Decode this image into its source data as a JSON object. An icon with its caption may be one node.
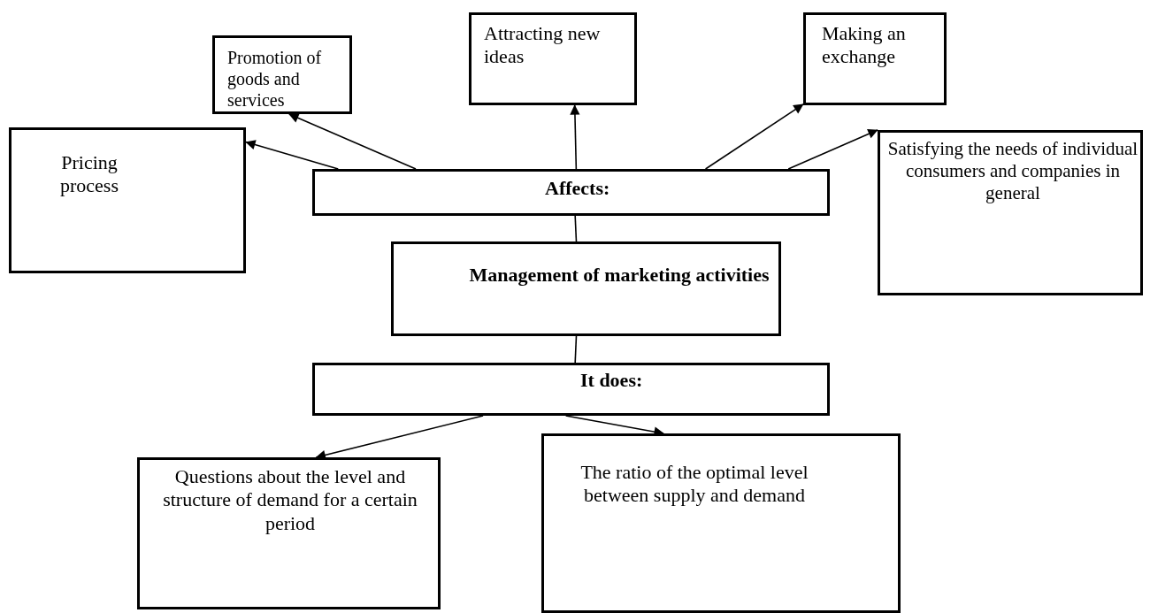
{
  "diagram": {
    "nodes": [
      {
        "text": [
          "Promotion of goods and services"
        ]
      },
      {
        "text": [
          "Attracting new ideas"
        ]
      },
      {
        "text": [
          "Making an exchange"
        ]
      },
      {
        "text": [
          "Pricing process"
        ]
      },
      {
        "text": [
          "Affects:"
        ]
      },
      {
        "text": [
          "Satisfying the needs of individual consumers and companies in general"
        ]
      },
      {
        "text": [
          "Management of marketing activities"
        ]
      },
      {
        "text": [
          "It does:"
        ]
      },
      {
        "text": [
          "Questions about the level and structure of demand for a certain period"
        ]
      },
      {
        "text": [
          "The ratio of the optimal level between supply and demand"
        ]
      }
    ],
    "edges": [
      {
        "from": 4,
        "to": 3,
        "arrow": "to"
      },
      {
        "from": 4,
        "to": 0,
        "arrow": "to"
      },
      {
        "from": 4,
        "to": 1,
        "arrow": "to"
      },
      {
        "from": 4,
        "to": 2,
        "arrow": "to"
      },
      {
        "from": 4,
        "to": 5,
        "arrow": "to"
      },
      {
        "from": 4,
        "to": 6,
        "arrow": "none"
      },
      {
        "from": 6,
        "to": 7,
        "arrow": "none"
      },
      {
        "from": 7,
        "to": 8,
        "arrow": "to"
      },
      {
        "from": 7,
        "to": 9,
        "arrow": "to"
      }
    ]
  }
}
